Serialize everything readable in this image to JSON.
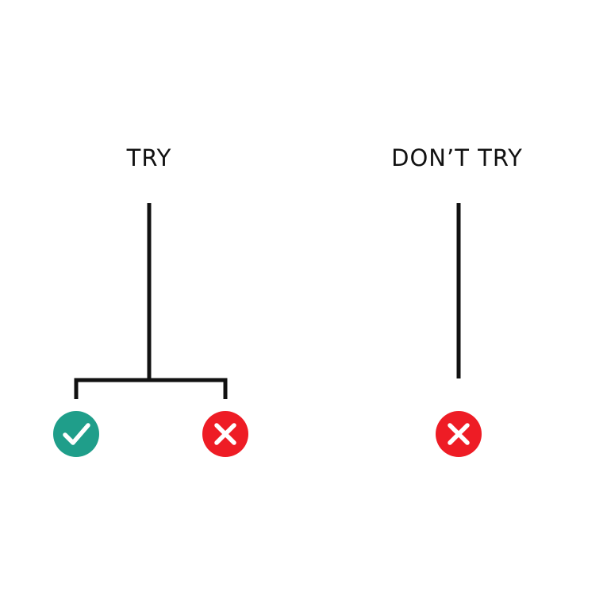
{
  "left_branch": {
    "label": "TRY",
    "outcomes": [
      {
        "icon": "check-icon",
        "meaning": "success",
        "color": "#1f9e8a"
      },
      {
        "icon": "x-icon",
        "meaning": "failure",
        "color": "#ee1c25"
      }
    ]
  },
  "right_branch": {
    "label": "DON’T TRY",
    "outcomes": [
      {
        "icon": "x-icon",
        "meaning": "failure",
        "color": "#ee1c25"
      }
    ]
  },
  "colors": {
    "line": "#111111",
    "success": "#1f9e8a",
    "failure": "#ee1c25",
    "background": "#ffffff"
  }
}
